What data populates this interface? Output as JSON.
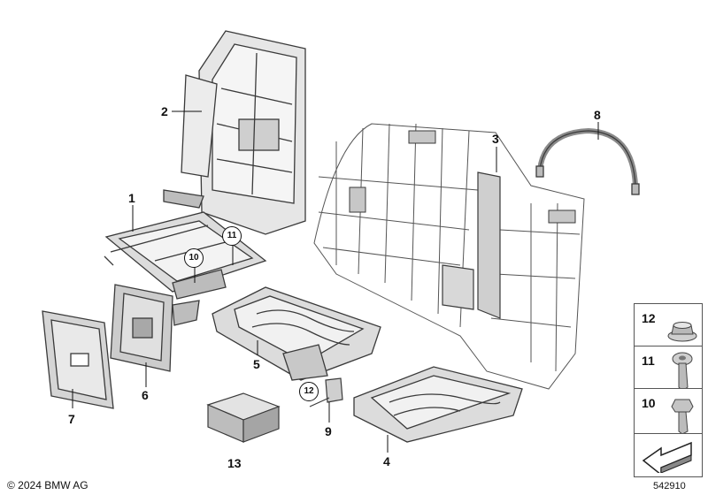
{
  "callouts": {
    "c1": "1",
    "c2": "2",
    "c3": "3",
    "c4": "4",
    "c5": "5",
    "c6": "6",
    "c7": "7",
    "c8": "8",
    "c9": "9",
    "c10": "10",
    "c11": "11",
    "c12": "12",
    "c13": "13"
  },
  "legend": {
    "items": [
      {
        "label": "12",
        "icon": "flange-nut-icon"
      },
      {
        "label": "11",
        "icon": "torx-bolt-icon"
      },
      {
        "label": "10",
        "icon": "hex-bolt-icon"
      }
    ]
  },
  "footer": {
    "copyright": "© 2024 BMW AG",
    "diagram_number": "542910"
  },
  "colors": {
    "line": "#3a3a3a",
    "part_fill": "#d9d9d9",
    "part_dark": "#9a9a9a",
    "legend_border": "#555555"
  }
}
